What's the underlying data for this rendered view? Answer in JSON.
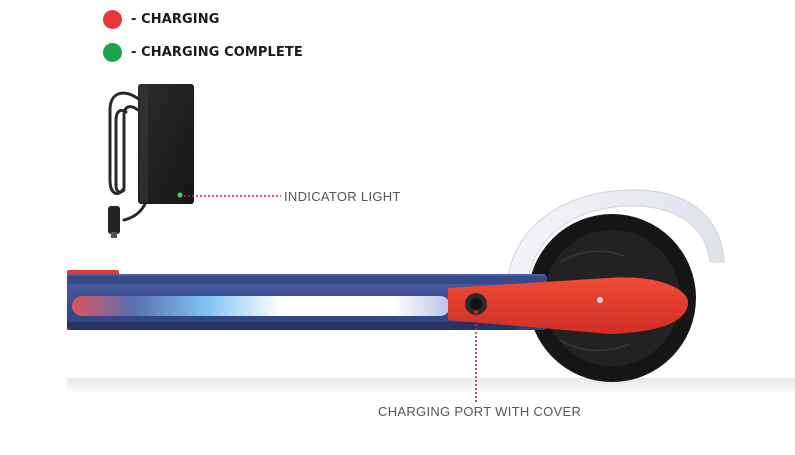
{
  "legend": {
    "items": [
      {
        "label": "- CHARGING",
        "color": "#e8383d"
      },
      {
        "label": "- CHARGING COMPLETE",
        "color": "#1aa34a"
      }
    ]
  },
  "callouts": {
    "indicator_light": "INDICATOR LIGHT",
    "charging_port": "CHARGING PORT WITH COVER"
  },
  "colors": {
    "leader_line": "#c0282d",
    "deck_blue": "#3a4f93",
    "red_accent": "#e5392f",
    "indicator_led": "#3ecf5a"
  }
}
